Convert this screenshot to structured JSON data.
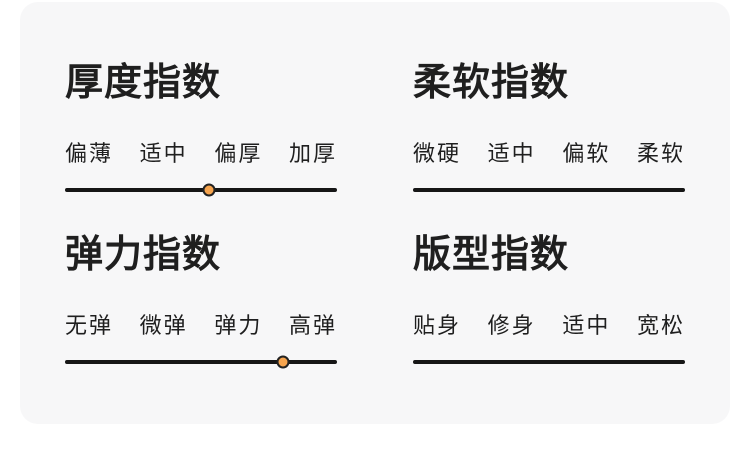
{
  "colors": {
    "page_background": "#ffffff",
    "card_background": "#f7f7f8",
    "text": "#1f1f1f",
    "track": "#161616",
    "dot_fill": "#f6a44e",
    "dot_border": "#222222"
  },
  "indices": [
    {
      "title": "厚度指数",
      "levels": [
        "偏薄",
        "适中",
        "偏厚",
        "加厚"
      ],
      "selected_index": 1,
      "selected_label": "适中"
    },
    {
      "title": "柔软指数",
      "levels": [
        "微硬",
        "适中",
        "偏软",
        "柔软"
      ],
      "selected_index": 1,
      "selected_label": "适中"
    },
    {
      "title": "弹力指数",
      "levels": [
        "无弹",
        "微弹",
        "弹力",
        "高弹"
      ],
      "selected_index": 2,
      "selected_label": "弹力"
    },
    {
      "title": "版型指数",
      "levels": [
        "贴身",
        "修身",
        "适中",
        "宽松"
      ],
      "selected_index": 2,
      "selected_label": "适中"
    }
  ]
}
